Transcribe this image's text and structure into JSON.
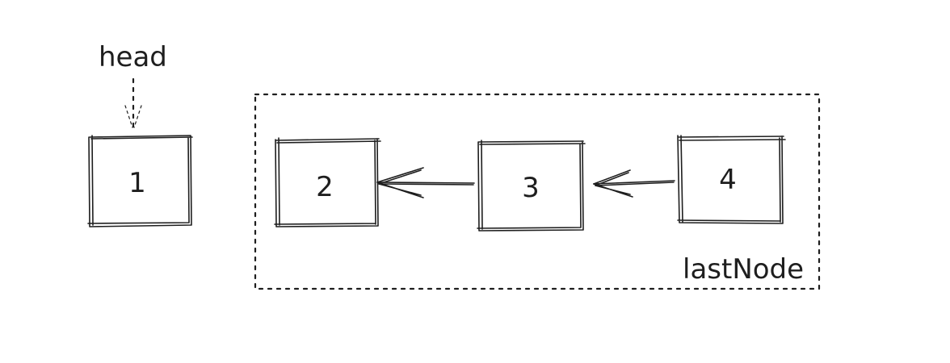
{
  "diagram": {
    "pointer_label": "head",
    "group_label": "lastNode",
    "nodes": [
      {
        "value": "1"
      },
      {
        "value": "2"
      },
      {
        "value": "3"
      },
      {
        "value": "4"
      }
    ],
    "links": [
      {
        "from": "4",
        "to": "3"
      },
      {
        "from": "3",
        "to": "2"
      }
    ],
    "head_points_to": "1",
    "group_members": [
      "2",
      "3",
      "4"
    ],
    "colors": {
      "ink": "#1e1e1e",
      "background": "#ffffff"
    }
  }
}
